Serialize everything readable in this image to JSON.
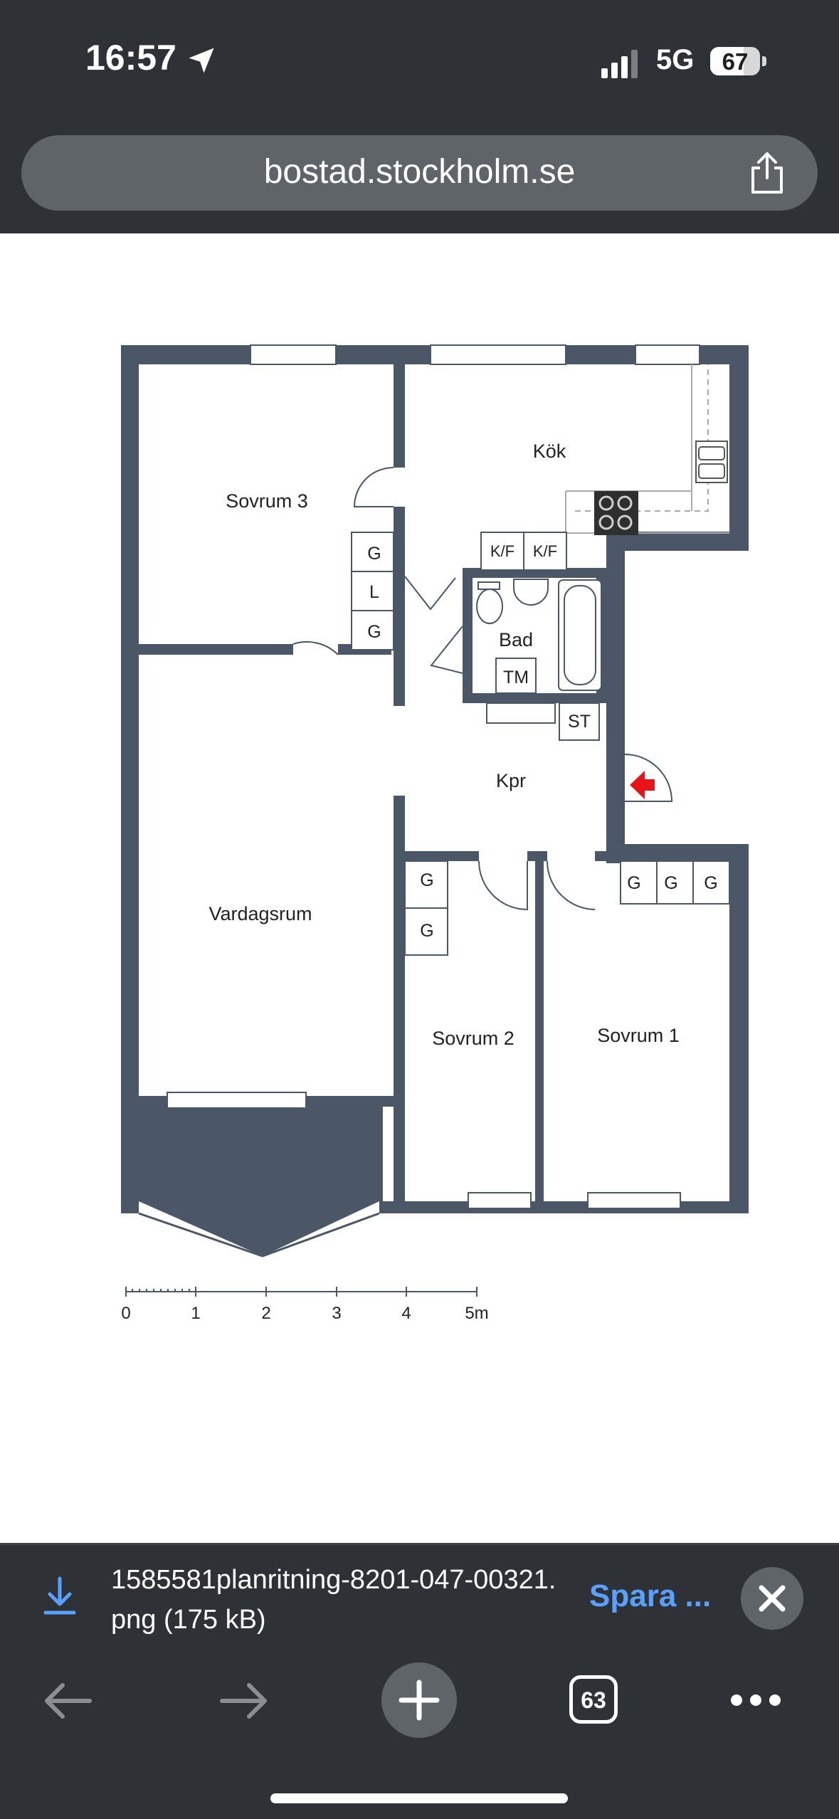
{
  "status_bar": {
    "time": "16:57",
    "network": "5G",
    "battery_level": "67",
    "battery_fraction": 0.67
  },
  "browser": {
    "url": "bostad.stockholm.se",
    "tab_count": "63"
  },
  "floor_plan": {
    "rooms": {
      "sovrum3": "Sovrum 3",
      "kok": "Kök",
      "bad": "Bad",
      "kpr": "Kpr",
      "vardagsrum": "Vardagsrum",
      "sovrum2": "Sovrum 2",
      "sovrum1": "Sovrum 1"
    },
    "fixtures": {
      "wardrobe": "G",
      "linen": "L",
      "fridge_freezer": "K/F",
      "dryer": "TM",
      "storage": "ST"
    },
    "scale": {
      "ticks": [
        "0",
        "1",
        "2",
        "3",
        "4",
        "5m"
      ]
    }
  },
  "download": {
    "file_name": "1585581planritning-8201-047-00321.png (175 kB)",
    "save_label": "Spara ..."
  },
  "colors": {
    "chrome_bg": "#2e3236",
    "pill_bg": "#5f6469",
    "wall": "#4b5666",
    "accent_link": "#5aa0ff",
    "entrance_arrow": "#e8141b"
  }
}
